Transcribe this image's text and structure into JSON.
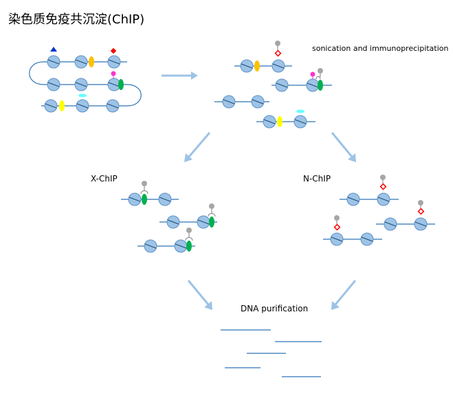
{
  "title": "染色质免疫共沉淀(ChIP)",
  "labels": {
    "sonication": "sonication and immunoprecipitation",
    "xchip": "X-ChIP",
    "nchip": "N-ChIP",
    "dna_purification": "DNA purification"
  },
  "colors": {
    "nucleosome_fill": "#9dc3e6",
    "nucleosome_stroke": "#5b8fc7",
    "dna_line": "#2e75b6",
    "arrow": "#9dc3e6",
    "orange_protein": "#ffc000",
    "yellow_protein": "#ffff00",
    "green_protein": "#00b050",
    "cyan_protein": "#66ffff",
    "magenta_mark": "#ff33cc",
    "red_mark": "#ff0000",
    "blue_mark": "#0033cc",
    "antibody": "#a6a6a6"
  }
}
